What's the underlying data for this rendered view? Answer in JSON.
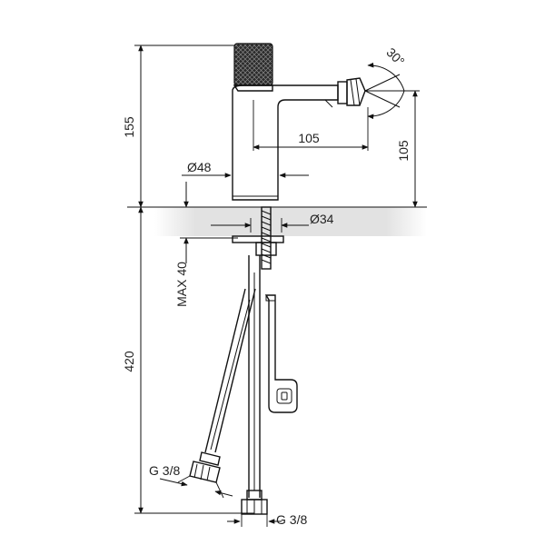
{
  "drawing": {
    "dimensions": {
      "height_upper": "155",
      "height_lower": "420",
      "spout_reach": "105",
      "spout_height": "105",
      "body_diameter": "Ø48",
      "hole_diameter": "Ø34",
      "max_deck_thickness": "MAX 40",
      "angle": "30°",
      "connection_left": "G 3/8",
      "connection_bottom": "G 3/8"
    },
    "colors": {
      "line": "#111111",
      "deck_shade": "#e4e4e4",
      "handle_fill": "#2a2a2a"
    }
  }
}
